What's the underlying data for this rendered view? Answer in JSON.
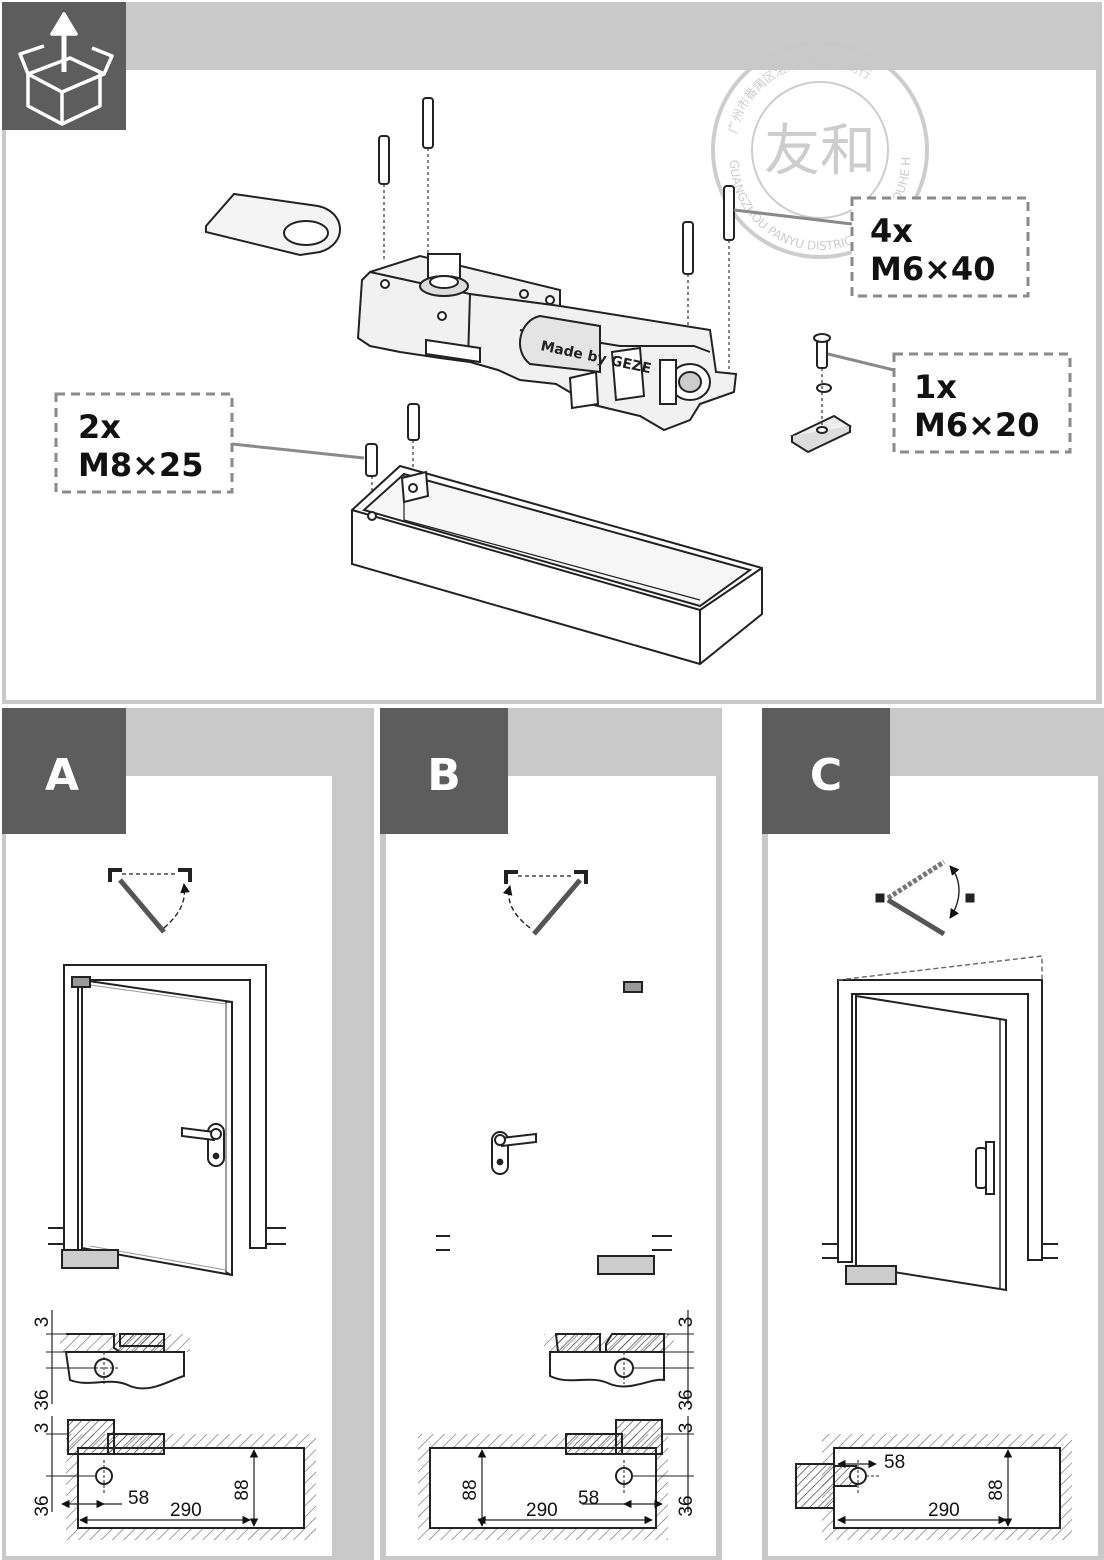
{
  "colors": {
    "frame": "#c9c9c9",
    "tab": "#5d5d5e",
    "line": "#222222",
    "hatch": "#888888",
    "stamp": "#c8c8c8"
  },
  "icons": {
    "unbox": "box-with-up-arrow-icon"
  },
  "top": {
    "callouts": [
      {
        "qty": "4x",
        "size": "M6×40"
      },
      {
        "qty": "1x",
        "size": "M6×20"
      },
      {
        "qty": "2x",
        "size": "M8×25"
      }
    ],
    "housing_marking": "Made by GEZE"
  },
  "stamp": {
    "main": "友和",
    "ring_cn": "广州市番禺区洛浦友和五金商行",
    "ring_en": "GUANGZHOU PANYU DISTRICT LUOPU YOUHE HARDWARE FIRM"
  },
  "panels": [
    {
      "letter": "A",
      "dims": {
        "top_offset": "3",
        "depth": "36",
        "plan_offset": "3",
        "plan_depth": "36",
        "spacing": "58",
        "length": "290",
        "width": "88"
      }
    },
    {
      "letter": "B",
      "dims": {
        "top_offset": "3",
        "depth": "36",
        "plan_offset": "3",
        "plan_depth": "36",
        "spacing": "58",
        "length": "290",
        "width": "88"
      }
    },
    {
      "letter": "C",
      "dims": {
        "spacing": "58",
        "length": "290",
        "width": "88"
      }
    }
  ]
}
